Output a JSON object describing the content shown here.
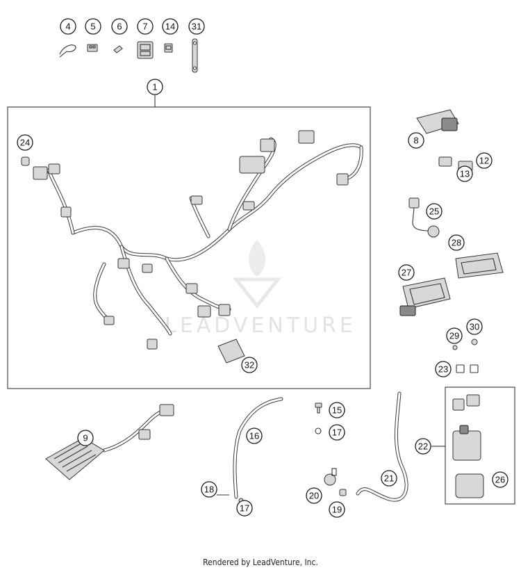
{
  "diagram": {
    "watermark": "LEADVENTURE",
    "credit": "Rendered by LeadVenture, Inc."
  },
  "callouts": [
    {
      "id": "c4",
      "label": "4"
    },
    {
      "id": "c5",
      "label": "5"
    },
    {
      "id": "c6",
      "label": "6"
    },
    {
      "id": "c7",
      "label": "7"
    },
    {
      "id": "c14",
      "label": "14"
    },
    {
      "id": "c31",
      "label": "31"
    },
    {
      "id": "c1",
      "label": "1"
    },
    {
      "id": "c24",
      "label": "24"
    },
    {
      "id": "c32",
      "label": "32"
    },
    {
      "id": "c8",
      "label": "8"
    },
    {
      "id": "c12",
      "label": "12"
    },
    {
      "id": "c13",
      "label": "13"
    },
    {
      "id": "c25",
      "label": "25"
    },
    {
      "id": "c28",
      "label": "28"
    },
    {
      "id": "c27",
      "label": "27"
    },
    {
      "id": "c30",
      "label": "30"
    },
    {
      "id": "c29",
      "label": "29"
    },
    {
      "id": "c23",
      "label": "23"
    },
    {
      "id": "c9",
      "label": "9"
    },
    {
      "id": "c16",
      "label": "16"
    },
    {
      "id": "c15",
      "label": "15"
    },
    {
      "id": "c17a",
      "label": "17"
    },
    {
      "id": "c18",
      "label": "18"
    },
    {
      "id": "c17b",
      "label": "17"
    },
    {
      "id": "c20",
      "label": "20"
    },
    {
      "id": "c19",
      "label": "19"
    },
    {
      "id": "c21",
      "label": "21"
    },
    {
      "id": "c22",
      "label": "22"
    },
    {
      "id": "c26",
      "label": "26"
    }
  ]
}
